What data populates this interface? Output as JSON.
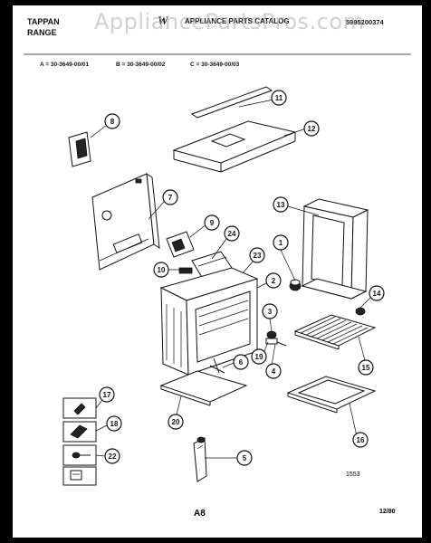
{
  "header": {
    "brand_line1": "TAPPAN",
    "brand_line2": "RANGE",
    "logo": "W",
    "title": "APPLIANCE PARTS CATALOG",
    "part_number": "5995200374"
  },
  "watermark": "AppliancePartsPros.com",
  "model_codes": [
    "A = 30-3649-00/01",
    "B = 30-3649-00/02",
    "C = 30-3649-00/03"
  ],
  "callouts": [
    "1",
    "2",
    "3",
    "4",
    "5",
    "6",
    "7",
    "8",
    "9",
    "10",
    "11",
    "12",
    "13",
    "14",
    "15",
    "16",
    "17",
    "18",
    "19",
    "20",
    "22",
    "23",
    "24"
  ],
  "figure_number": "1553",
  "sheet_label": "A8",
  "date": "12/80"
}
